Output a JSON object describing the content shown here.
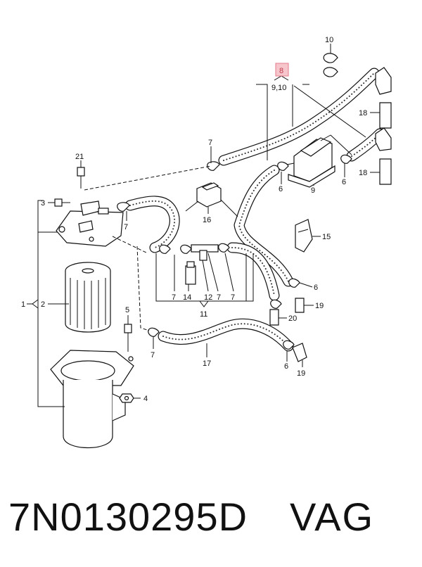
{
  "labels": {
    "l1": "1",
    "l2": "2",
    "l3": "3",
    "l4": "4",
    "l5": "5",
    "l6a": "6",
    "l6b": "6",
    "l6c": "6",
    "l6d": "6",
    "l7a": "7",
    "l7b": "7",
    "l7c": "7",
    "l7d": "7",
    "l7e": "7",
    "l7f": "7",
    "l8": "8",
    "l9": "9",
    "l910": "9,10",
    "l10": "10",
    "l11": "11",
    "l12": "12",
    "l14": "14",
    "l15": "15",
    "l16": "16",
    "l17": "17",
    "l18a": "18",
    "l18b": "18",
    "l19a": "19",
    "l19b": "19",
    "l20": "20",
    "l21": "21"
  },
  "highlight_color": "#e57a8a",
  "footer": {
    "part_number": "7N0130295D",
    "brand": "VAG"
  }
}
